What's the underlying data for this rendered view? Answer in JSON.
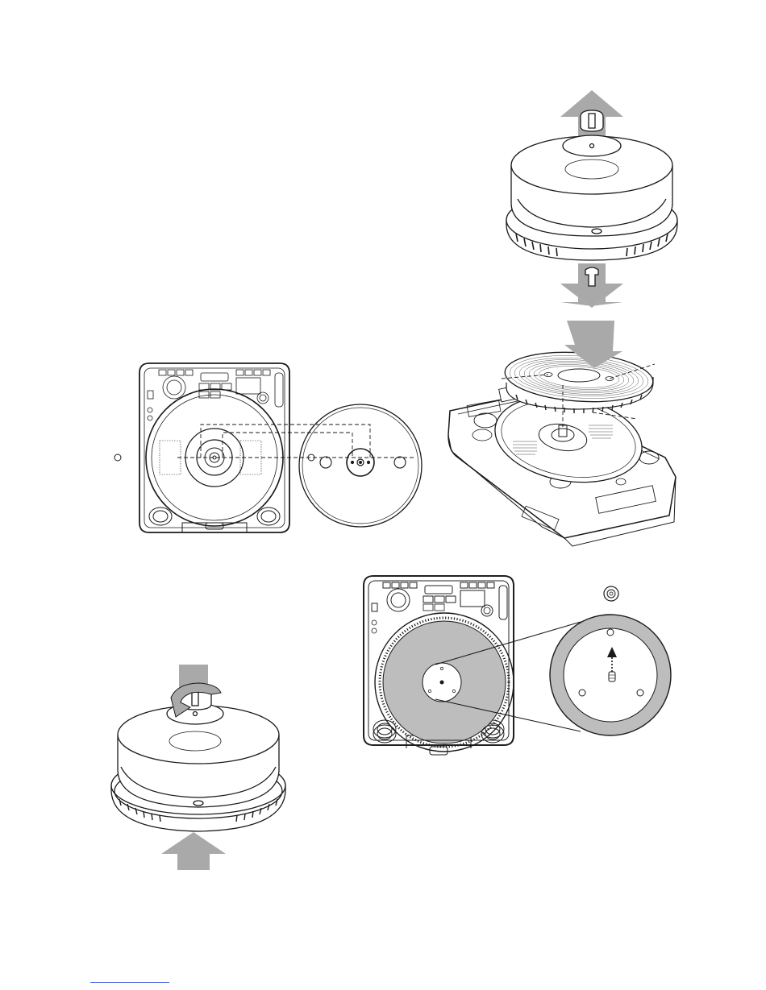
{
  "colors": {
    "line": "#1a1a1a",
    "arrow_fill": "#a9a9a9",
    "mat_fill": "#bdbdbd",
    "background": "#ffffff",
    "rule": "#3b57d9"
  },
  "figures": [
    {
      "name": "platter-detach-exploded",
      "icons": [
        "up-arrow-icon",
        "down-arrow-icon",
        "spindle-cap-icon",
        "spindle-pin-icon"
      ]
    },
    {
      "name": "controller-top-view-with-platter-alignment",
      "icons": [
        "dashed-alignment-guide-icon"
      ]
    },
    {
      "name": "controller-perspective-vinyl-install",
      "icons": [
        "down-arrow-icon"
      ]
    },
    {
      "name": "platter-attach-assembled",
      "icons": [
        "down-arrow-icon",
        "up-arrow-icon",
        "rotate-arrow-icon"
      ]
    },
    {
      "name": "controller-top-view-with-mat-detail",
      "icons": [
        "zoom-callout-icon",
        "screw-icon",
        "insert-arrow-icon"
      ]
    }
  ]
}
